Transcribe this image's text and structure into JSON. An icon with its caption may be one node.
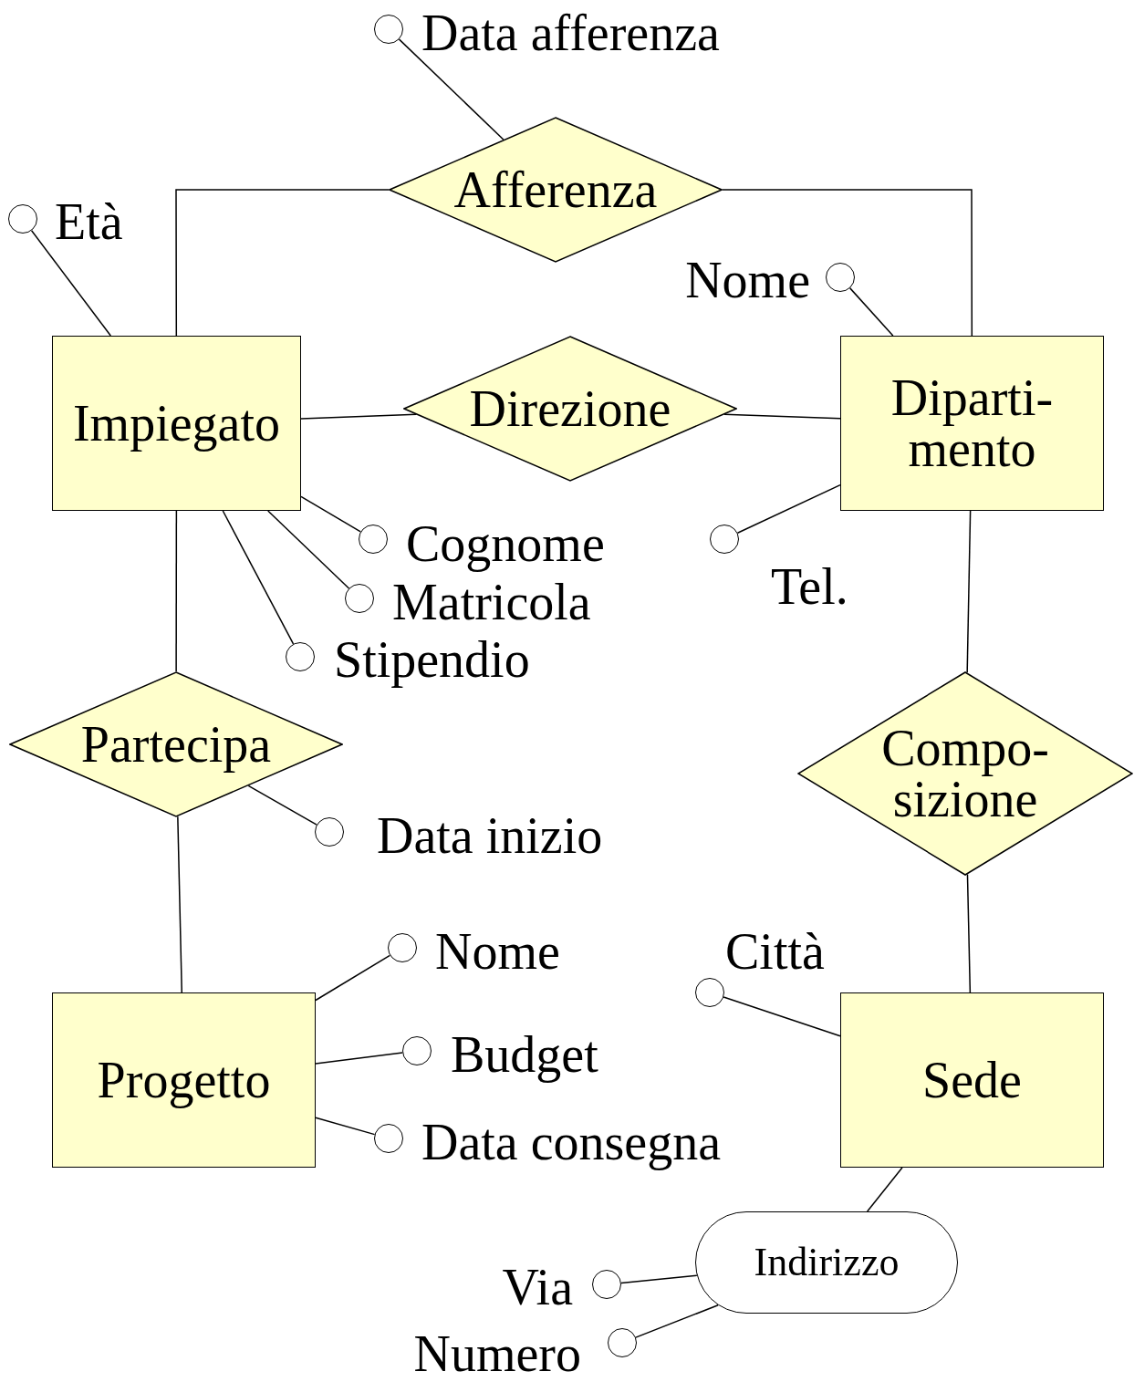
{
  "diagram": {
    "nodes": [
      {
        "text": [
          "Impiegato"
        ]
      },
      {
        "text": [
          "Afferenza"
        ]
      },
      {
        "text": [
          "Direzione"
        ]
      },
      {
        "text": [
          "Diparti- mento"
        ]
      },
      {
        "text": [
          "Partecipa"
        ]
      },
      {
        "text": [
          "Compo- sizione"
        ]
      },
      {
        "text": [
          "Progetto"
        ]
      },
      {
        "text": [
          "Sede"
        ]
      },
      {
        "text": [
          "Indirizzo"
        ]
      },
      {
        "text": [],
        "shape": "circle",
        "beside": [
          "Data afferenza"
        ]
      },
      {
        "text": [],
        "shape": "circle",
        "beside": [
          "Età"
        ]
      },
      {
        "text": [],
        "shape": "circle",
        "beside": [
          "Nome"
        ]
      },
      {
        "text": [],
        "shape": "circle",
        "beside": [
          "Cognome"
        ]
      },
      {
        "text": [],
        "shape": "circle",
        "beside": [
          "Matricola"
        ]
      },
      {
        "text": [],
        "shape": "circle",
        "beside": [
          "Stipendio"
        ]
      },
      {
        "text": [],
        "shape": "circle",
        "beside": [
          "Tel."
        ]
      },
      {
        "text": [],
        "shape": "circle",
        "beside": [
          "Data inizio"
        ]
      },
      {
        "text": [],
        "shape": "circle",
        "beside": [
          "Nome"
        ]
      },
      {
        "text": [],
        "shape": "circle",
        "beside": [
          "Budget"
        ]
      },
      {
        "text": [],
        "shape": "circle",
        "beside": [
          "Data consegna"
        ]
      },
      {
        "text": [],
        "shape": "circle",
        "beside": [
          "Città"
        ]
      },
      {
        "text": [],
        "shape": "circle",
        "beside": [
          "Via"
        ]
      },
      {
        "text": [],
        "shape": "circle",
        "beside": [
          "Numero"
        ]
      }
    ],
    "edges": [
      {
        "from": 0,
        "to": 1,
        "arrow": "none"
      },
      {
        "from": 1,
        "to": 3,
        "arrow": "none"
      },
      {
        "from": 0,
        "to": 2,
        "arrow": "none"
      },
      {
        "from": 2,
        "to": 3,
        "arrow": "none"
      },
      {
        "from": 0,
        "to": 4,
        "arrow": "none"
      },
      {
        "from": 4,
        "to": 6,
        "arrow": "none"
      },
      {
        "from": 3,
        "to": 5,
        "arrow": "none"
      },
      {
        "from": 5,
        "to": 7,
        "arrow": "none"
      },
      {
        "from": 1,
        "to": 9,
        "arrow": "none"
      },
      {
        "from": 0,
        "to": 10,
        "arrow": "none"
      },
      {
        "from": 3,
        "to": 11,
        "arrow": "none"
      },
      {
        "from": 0,
        "to": 12,
        "arrow": "none"
      },
      {
        "from": 0,
        "to": 13,
        "arrow": "none"
      },
      {
        "from": 0,
        "to": 14,
        "arrow": "none"
      },
      {
        "from": 3,
        "to": 15,
        "arrow": "none"
      },
      {
        "from": 4,
        "to": 16,
        "arrow": "none"
      },
      {
        "from": 6,
        "to": 17,
        "arrow": "none"
      },
      {
        "from": 6,
        "to": 18,
        "arrow": "none"
      },
      {
        "from": 6,
        "to": 19,
        "arrow": "none"
      },
      {
        "from": 7,
        "to": 20,
        "arrow": "none"
      },
      {
        "from": 7,
        "to": 8,
        "arrow": "none"
      },
      {
        "from": 8,
        "to": 21,
        "arrow": "none"
      },
      {
        "from": 8,
        "to": 22,
        "arrow": "none"
      }
    ]
  }
}
